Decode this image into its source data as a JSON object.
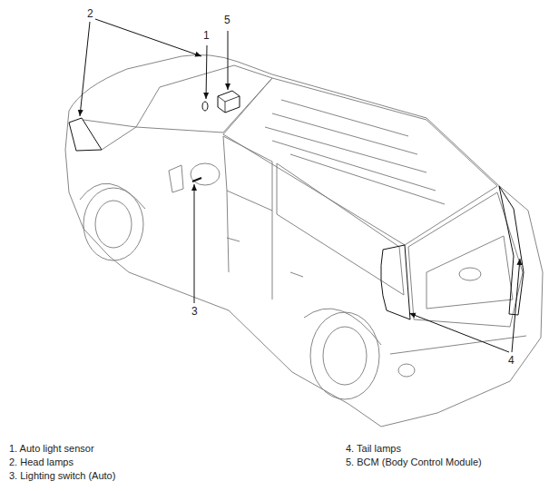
{
  "diagram": {
    "labels": [
      "2",
      "1",
      "5",
      "3",
      "4",
      "1. Auto light sensor",
      "2. Head lamps",
      "3. Lighting switch (Auto)",
      "4. Tail lamps",
      "5. BCM (Body Control Module)"
    ]
  }
}
